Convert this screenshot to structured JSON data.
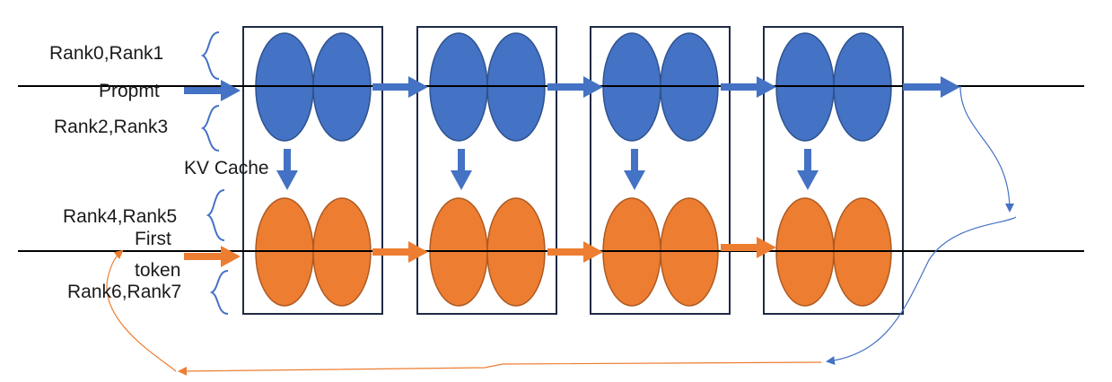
{
  "labels": {
    "rank01": "Rank0,Rank1",
    "rank23": "Rank2,Rank3",
    "rank45": "Rank4,Rank5",
    "rank67": "Rank6,Rank7",
    "prompt": "Propmt",
    "kv_cache": "KV Cache",
    "first": "First",
    "token": "token"
  },
  "colors": {
    "prefill": "#4472C4",
    "decode": "#ED7D31",
    "box_border": "#1F2A44",
    "line": "#000000",
    "loop_blue": "#4472C4",
    "loop_orange": "#ED7D31"
  },
  "stages": 4
}
